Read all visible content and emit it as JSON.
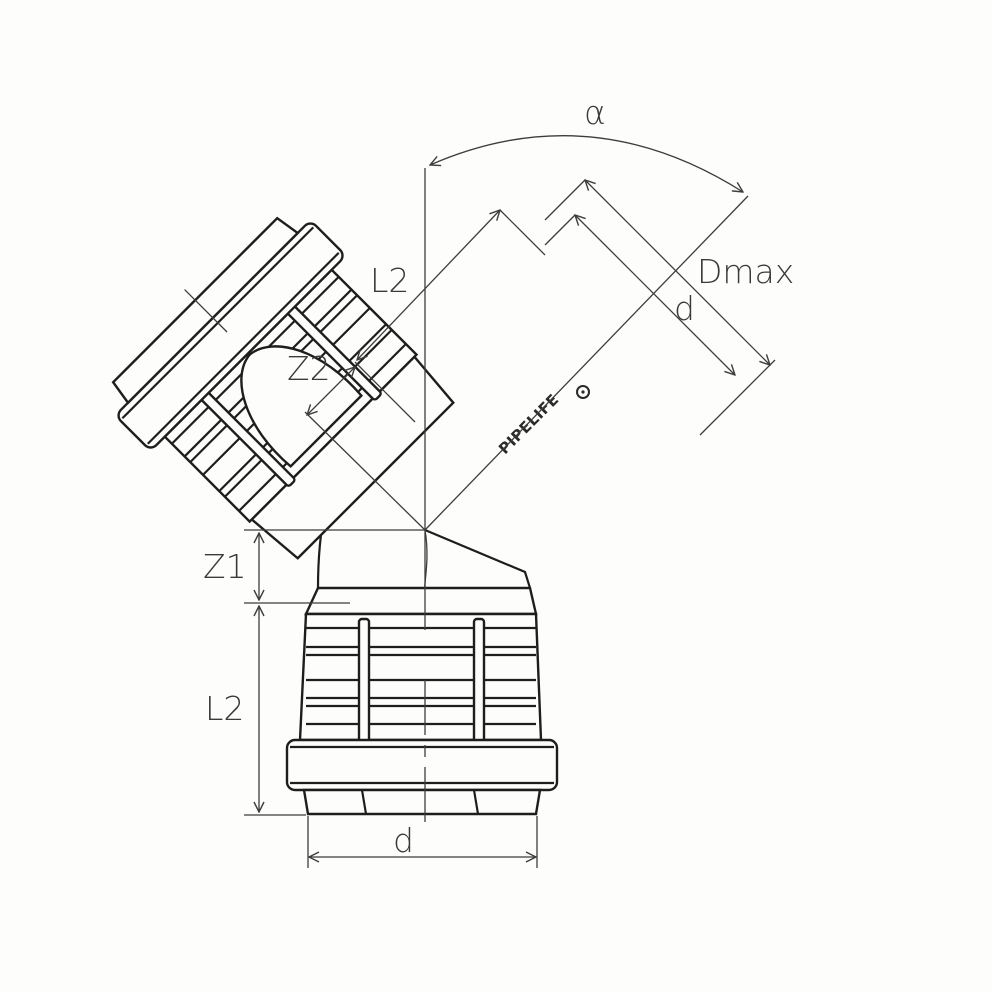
{
  "diagram": {
    "subject": "45-degree compression elbow fitting",
    "brand": "PIPELIFE",
    "brand_mark": "registered-circle",
    "colors": {
      "line": "#1e1e1e",
      "dimension_line": "#3d3d3d",
      "label": "#3a3a3a",
      "background": "#fdfdfc"
    },
    "labels": {
      "angle": "α",
      "outer_diameter_max": "Dmax",
      "pipe_diameter_upper": "d",
      "length_upper": "L2",
      "offset_upper": "Z2",
      "offset_lower": "Z1",
      "length_lower": "L2",
      "pipe_diameter_lower": "d"
    }
  }
}
